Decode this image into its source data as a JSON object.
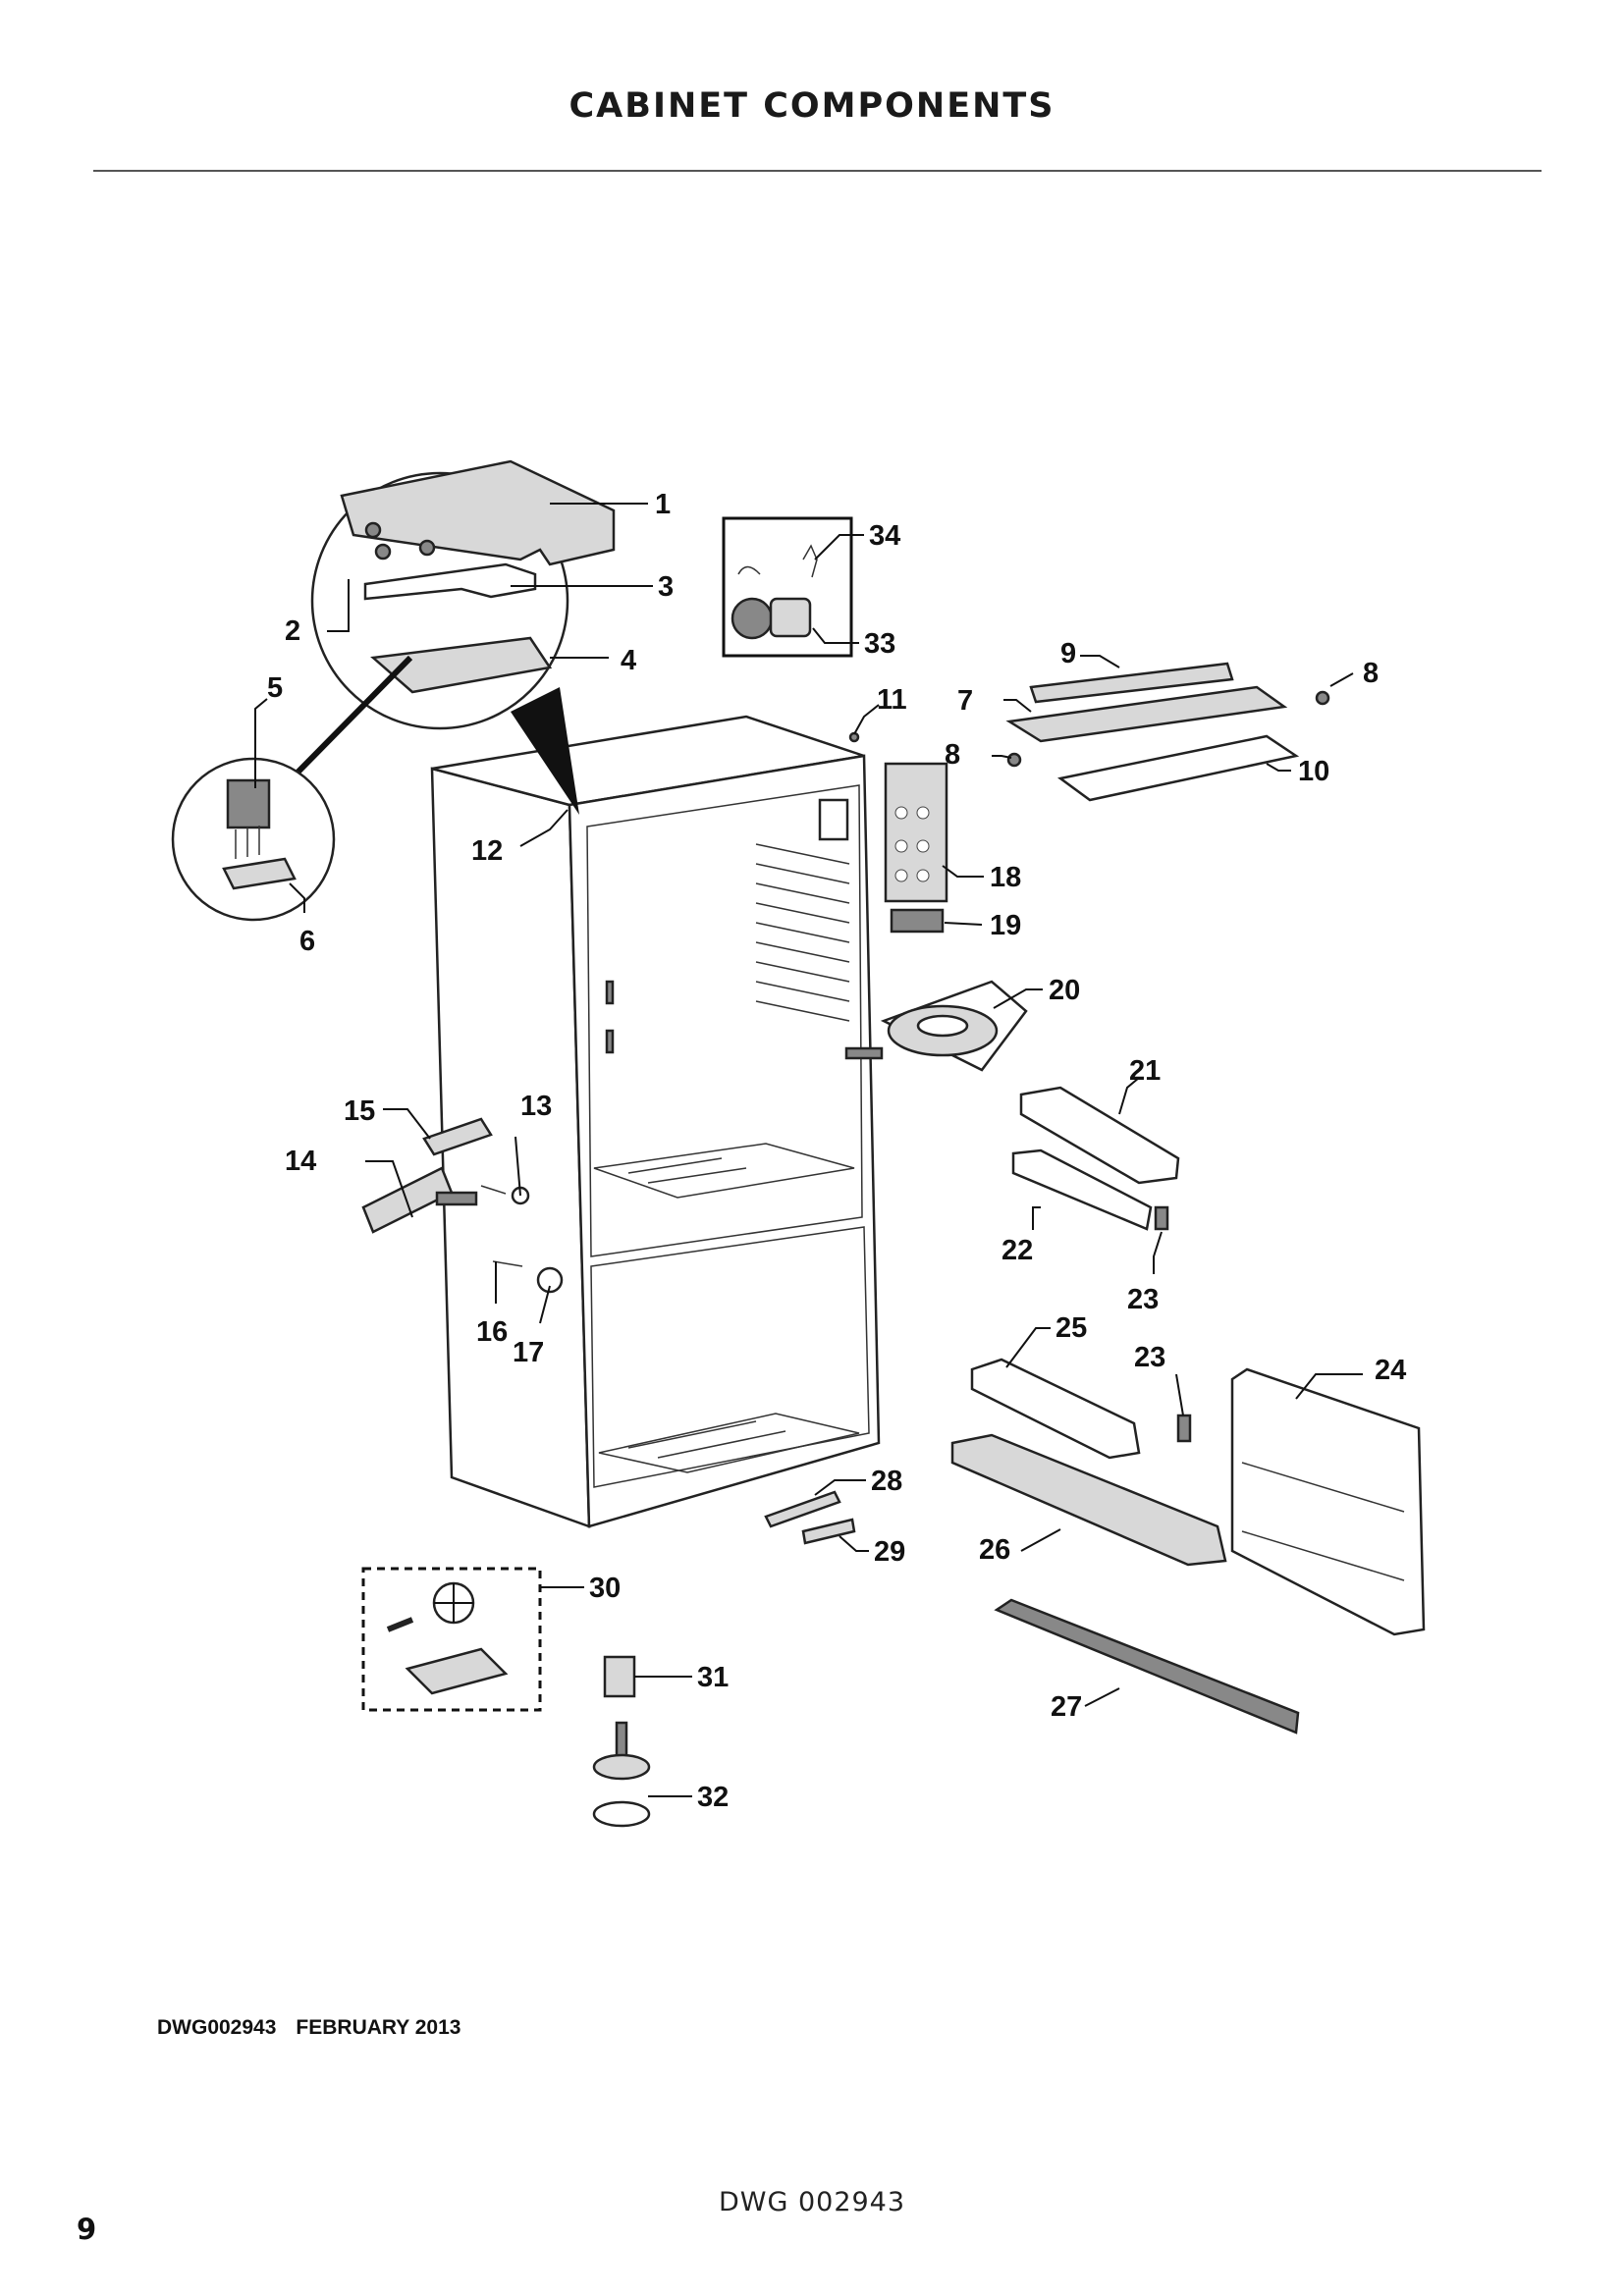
{
  "page": {
    "title": "CABINET COMPONENTS",
    "drawing_number": "DWG002943",
    "drawing_date": "FEBRUARY 2013",
    "footer_code": "DWG 002943",
    "page_number": "9"
  },
  "callouts": [
    "1",
    "2",
    "3",
    "4",
    "5",
    "6",
    "7",
    "8",
    "8",
    "9",
    "10",
    "11",
    "12",
    "13",
    "14",
    "15",
    "16",
    "17",
    "18",
    "19",
    "20",
    "21",
    "22",
    "23",
    "23",
    "24",
    "25",
    "26",
    "27",
    "28",
    "29",
    "30",
    "31",
    "32",
    "33",
    "34"
  ]
}
